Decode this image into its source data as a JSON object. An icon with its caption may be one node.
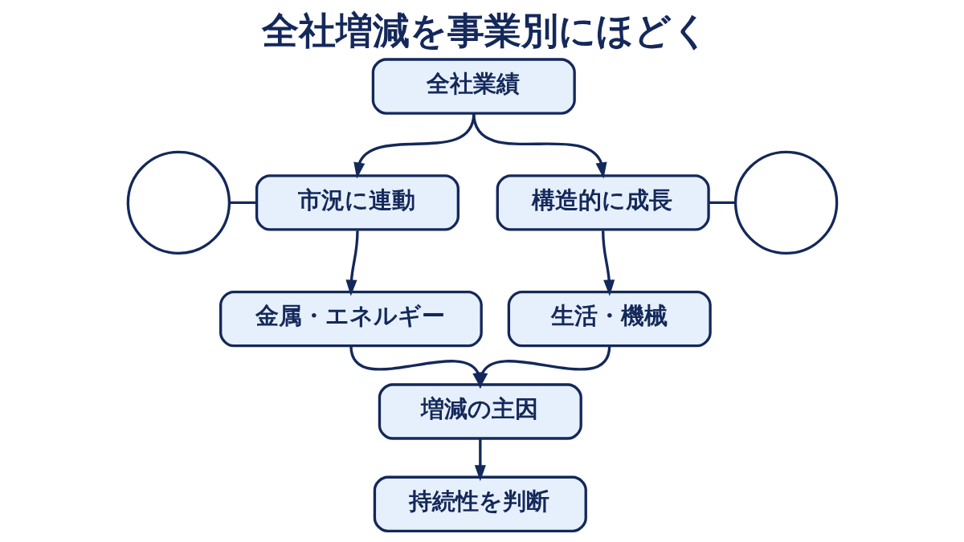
{
  "diagram": {
    "title": "全社増減を事業別にほどく",
    "nodes": [
      {
        "text": [
          "全社業績"
        ]
      },
      {
        "text": [],
        "shape": "circle"
      },
      {
        "text": [
          "市況に連動"
        ]
      },
      {
        "text": [
          "構造的に成長"
        ]
      },
      {
        "text": [],
        "shape": "circle"
      },
      {
        "text": [
          "金属・エネルギー"
        ]
      },
      {
        "text": [
          "生活・機械"
        ]
      },
      {
        "text": [
          "増減の主因"
        ]
      },
      {
        "text": [
          "持続性を判断"
        ]
      }
    ],
    "edges": [
      {
        "from": 0,
        "to": 2,
        "arrow": "to"
      },
      {
        "from": 0,
        "to": 3,
        "arrow": "to"
      },
      {
        "from": 1,
        "to": 2,
        "arrow": "none"
      },
      {
        "from": 3,
        "to": 4,
        "arrow": "none"
      },
      {
        "from": 2,
        "to": 5,
        "arrow": "to"
      },
      {
        "from": 3,
        "to": 6,
        "arrow": "to"
      },
      {
        "from": 5,
        "to": 7,
        "arrow": "to"
      },
      {
        "from": 6,
        "to": 7,
        "arrow": "to"
      },
      {
        "from": 7,
        "to": 8,
        "arrow": "to"
      }
    ]
  }
}
